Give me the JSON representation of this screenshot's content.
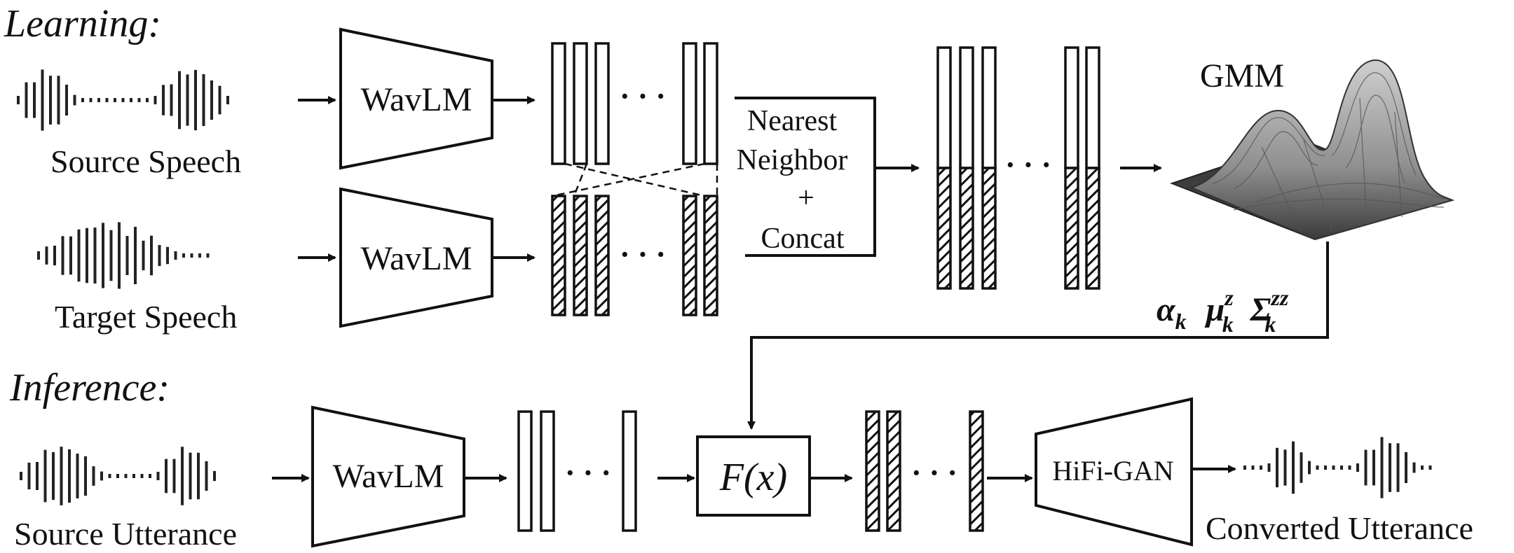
{
  "sections": {
    "learning": "Learning:",
    "inference": "Inference:"
  },
  "learning": {
    "source_label": "Source Speech",
    "target_label": "Target Speech",
    "encoder_top": "WavLM",
    "encoder_bottom": "WavLM",
    "nn_line1": "Nearest",
    "nn_line2": "Neighbor",
    "nn_line3": "+",
    "nn_line4": "Concat",
    "gmm_label": "GMM",
    "params": {
      "alpha": "α",
      "alpha_sub": "k",
      "mu": "μ",
      "mu_sup": "z",
      "mu_sub": "k",
      "sigma": "Σ",
      "sigma_sup": "zz",
      "sigma_sub": "k"
    }
  },
  "inference": {
    "source_label": "Source Utterance",
    "encoder": "WavLM",
    "function": "F(x)",
    "vocoder": "HiFi-GAN",
    "output_label": "Converted Utterance"
  },
  "ellipsis": "· · ·",
  "colors": {
    "stroke": "#111111",
    "gmm_surface": "#8a8a8a"
  }
}
